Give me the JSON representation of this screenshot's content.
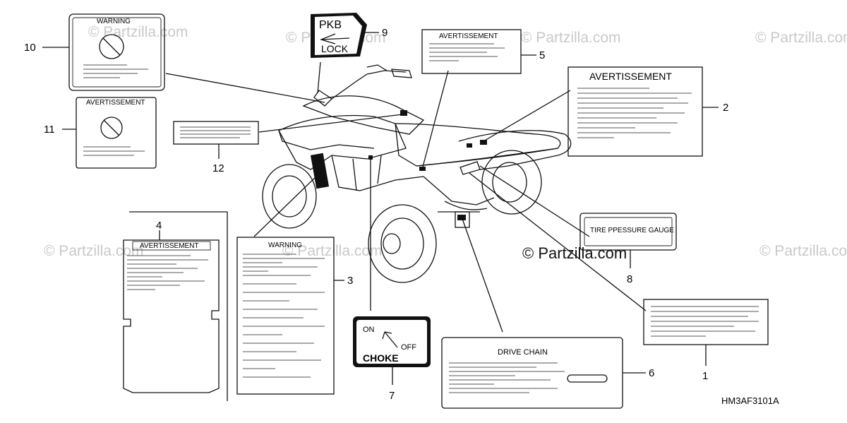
{
  "watermark": "© Partzilla.com",
  "watermark_center": "© Partzilla.com",
  "diagram_code": "HM3AF3101A",
  "callouts": [
    "1",
    "2",
    "3",
    "4",
    "5",
    "6",
    "7",
    "8",
    "9",
    "10",
    "11",
    "12"
  ],
  "labels": {
    "warning": "WARNING",
    "avertissement": "AVERTISSEMENT",
    "tire_gauge": "TIRE PPESSURE GAUGE",
    "drive_chain": "DRIVE CHAIN",
    "pkb": "PKB",
    "lock": "LOCK",
    "choke": "CHOKE",
    "on": "ON",
    "off": "OFF"
  }
}
